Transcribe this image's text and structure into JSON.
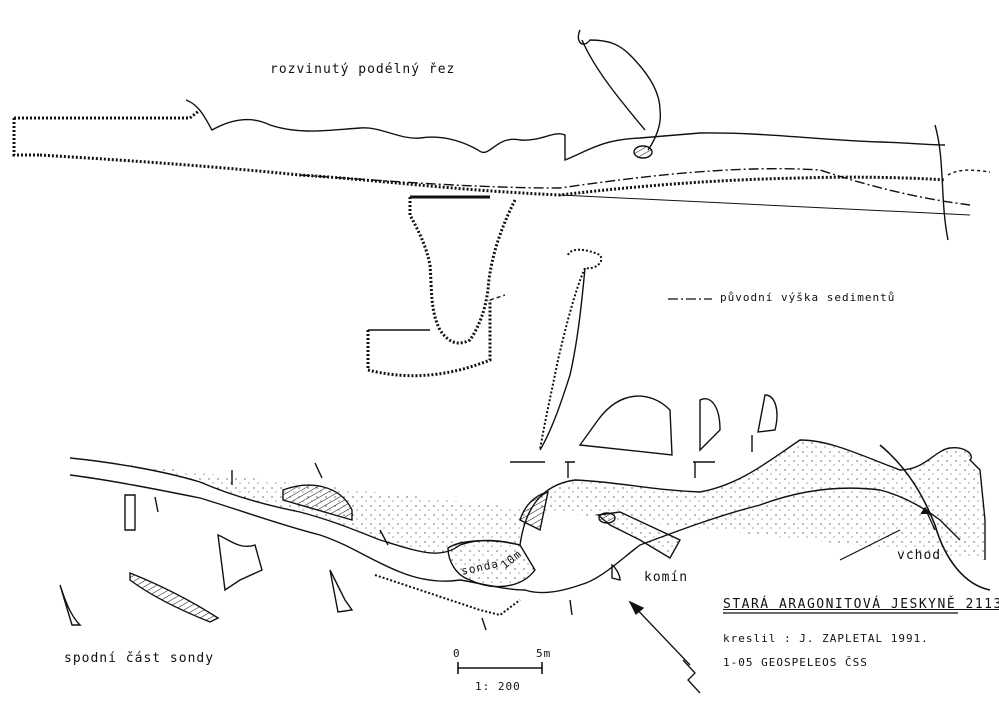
{
  "labels": {
    "section_title": "rozvinutý podélný řez",
    "legend_sediment": "původní výška sedimentů",
    "lower_probe": "spodní část sondy",
    "probe": "sonda",
    "probe_depth": "10m",
    "chimney": "komín",
    "entrance": "vchod",
    "cave_name": "STARÁ ARAGONITOVÁ JESKYNĚ 2113.",
    "drawn_by": "kreslil : J. ZAPLETAL 1991.",
    "org": "1-05 GEOSPELEOS ČSS",
    "scale_start": "0",
    "scale_end": "5m",
    "scale_ratio": "1: 200"
  },
  "colors": {
    "ink": "#111111",
    "paper": "#ffffff"
  }
}
